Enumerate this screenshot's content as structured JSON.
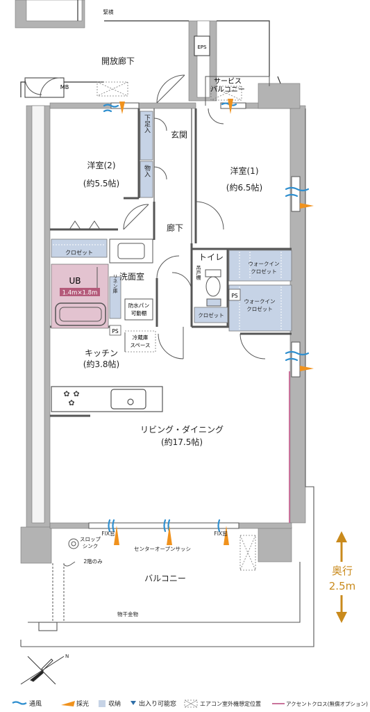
{
  "rooms": {
    "bedroom2_name": "洋室(2)",
    "bedroom2_size": "(約5.5帖)",
    "bedroom1_name": "洋室(1)",
    "bedroom1_size": "(約6.5帖)",
    "corridor_open": "開放廊下",
    "entrance": "玄関",
    "hallway": "廊下",
    "washroom": "洗面室",
    "toilet": "トイレ",
    "kitchen_name": "キッチン",
    "kitchen_size": "(約3.8帖)",
    "living_name": "リビング・ダイニング",
    "living_size": "(約17.5帖)",
    "balcony": "バルコニー",
    "service_balcony": "サービスバルコニー",
    "service_balcony_line1": "サービス",
    "service_balcony_line2": "バルコニー"
  },
  "labels": {
    "closet": "クロゼット",
    "closet2": "クロゼット",
    "wic1_line1": "ウォークイン",
    "wic1_line2": "クロゼット",
    "wic2_line1": "ウォークイン",
    "wic2_line2": "クロゼット",
    "shoe_storage": "下足入",
    "storage": "物入",
    "mb": "MB",
    "eps": "EPS",
    "ps1": "PS",
    "ps2": "PS",
    "ub": "UB",
    "ub_size": "1.4m×1.8m",
    "linen": "リネン庫",
    "washer_pan_line1": "防水パン",
    "washer_pan_line2": "可動棚",
    "fridge_line1": "冷蔵庫",
    "fridge_line2": "スペース",
    "shelf": "吊戸棚",
    "railing": "緊横",
    "slop_sink_line1": "スロップ",
    "slop_sink_line2": "シンク",
    "second_floor_only": "2階のみ",
    "fix_window_left": "FIX窓",
    "fix_window_right": "FIX窓",
    "center_open_sash": "センターオープンサッシ",
    "laundry_hardware": "物干金物",
    "depth_title": "奥行",
    "depth_value": "2.5m",
    "north": "N"
  },
  "legend": {
    "ventilation": "通風",
    "daylight": "採光",
    "storage": "収納",
    "doorway": "出入り可能窓",
    "ac_unit": "エアコン室外機想定位置",
    "accent_cloth": "アクセントクロス(無償オプション)"
  },
  "colors": {
    "wall": "#b3b3b3",
    "storage_fill": "#c6d3e6",
    "ub_fill": "#e3c3d0",
    "ub_label_bg": "#b45a7a",
    "wind": "#2f8fcf",
    "light": "#f0921d",
    "accent": "#c9739b",
    "depth_arrow": "#c98a1c"
  }
}
